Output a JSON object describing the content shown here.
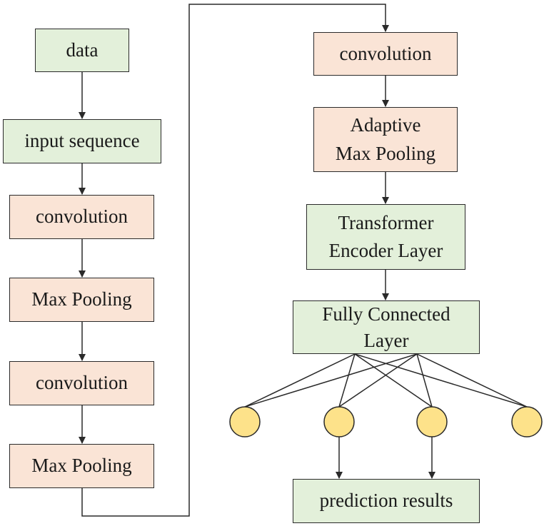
{
  "colors": {
    "green": "#e3f0da",
    "peach": "#fae4d6",
    "node": "#fde28a",
    "stroke": "#2a2a2a"
  },
  "left_column": [
    {
      "id": "data",
      "lines": [
        "data"
      ],
      "fill": "green"
    },
    {
      "id": "input-sequence",
      "lines": [
        "input sequence"
      ],
      "fill": "green"
    },
    {
      "id": "convolution-1",
      "lines": [
        "convolution"
      ],
      "fill": "peach"
    },
    {
      "id": "max-pooling-1",
      "lines": [
        "Max Pooling"
      ],
      "fill": "peach"
    },
    {
      "id": "convolution-2",
      "lines": [
        "convolution"
      ],
      "fill": "peach"
    },
    {
      "id": "max-pooling-2",
      "lines": [
        "Max Pooling"
      ],
      "fill": "peach"
    }
  ],
  "right_column": [
    {
      "id": "convolution-3",
      "lines": [
        "convolution"
      ],
      "fill": "peach"
    },
    {
      "id": "adaptive-max-pooling",
      "lines": [
        "Adaptive",
        "Max Pooling"
      ],
      "fill": "peach"
    },
    {
      "id": "transformer-encoder-layer",
      "lines": [
        "Transformer",
        "Encoder Layer"
      ],
      "fill": "green"
    },
    {
      "id": "fully-connected-layer",
      "lines": [
        "Fully Connected",
        "Layer"
      ],
      "fill": "green"
    }
  ],
  "output": {
    "id": "prediction-results",
    "lines": [
      "prediction results"
    ],
    "fill": "green"
  },
  "output_nodes": 4
}
